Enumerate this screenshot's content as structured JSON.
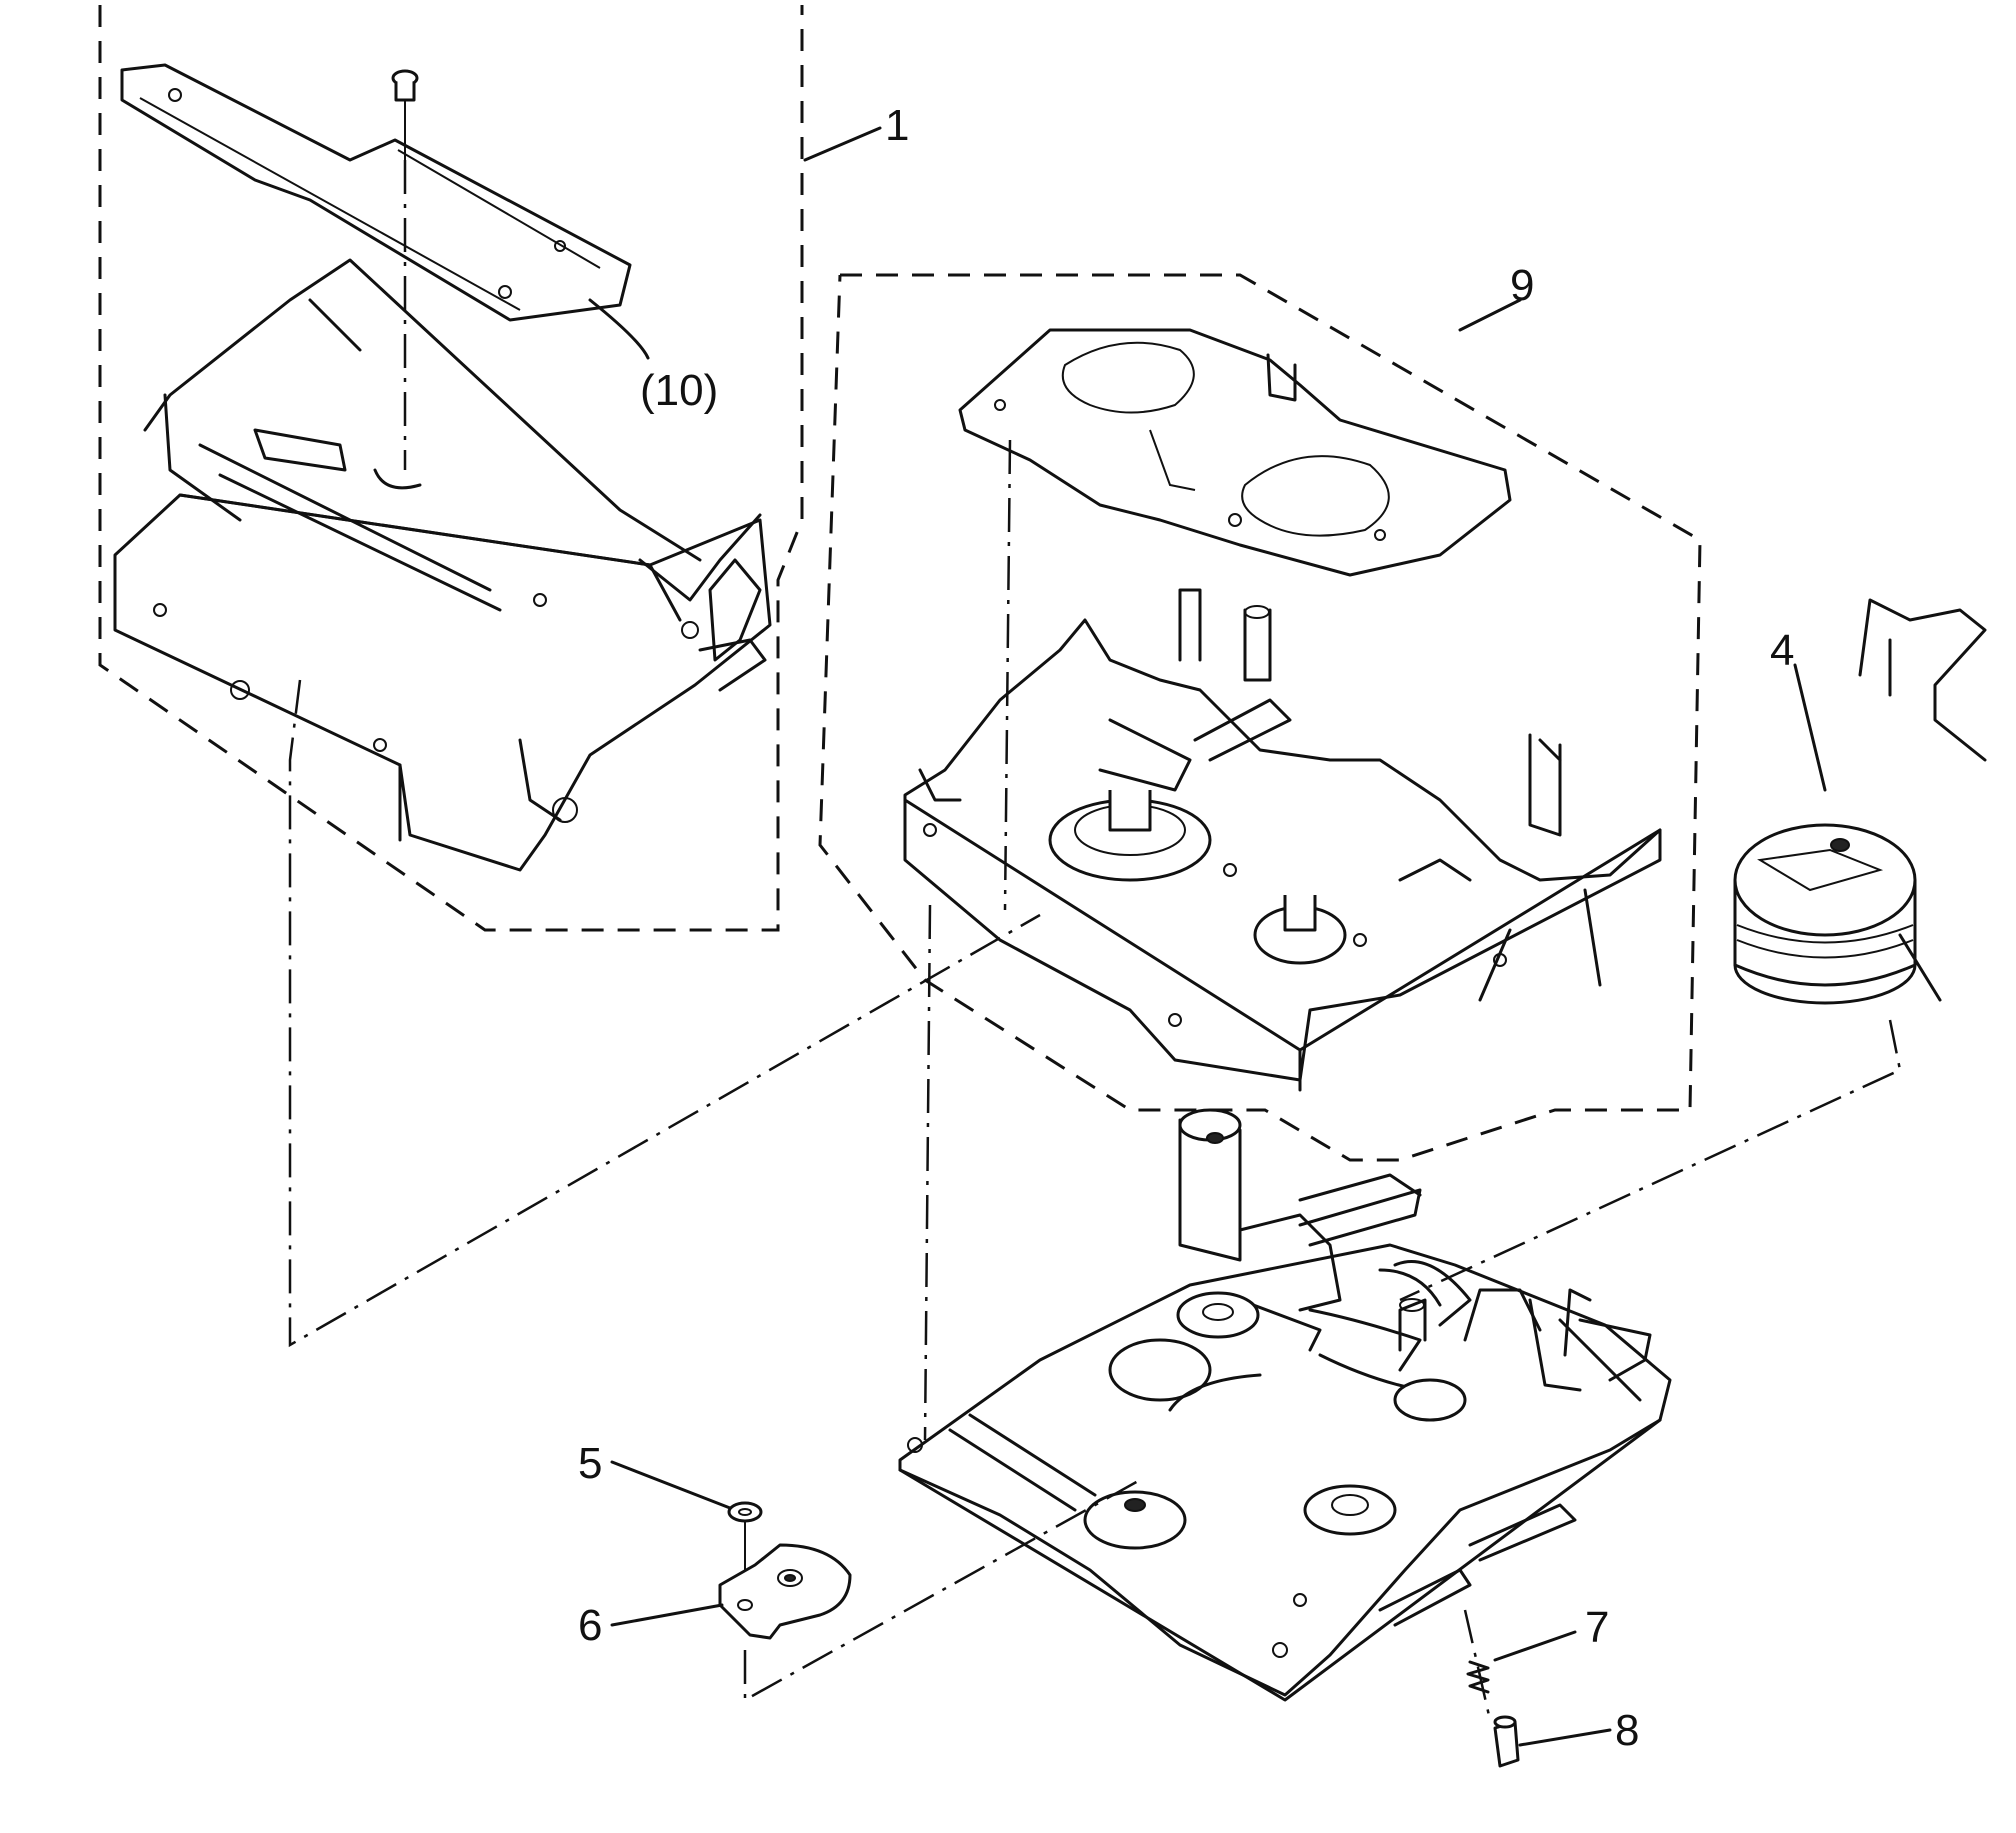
{
  "callouts": {
    "c1": "1",
    "c4": "4",
    "c5": "5",
    "c6": "6",
    "c7": "7",
    "c8": "8",
    "c9": "9",
    "c10": "(10)"
  }
}
